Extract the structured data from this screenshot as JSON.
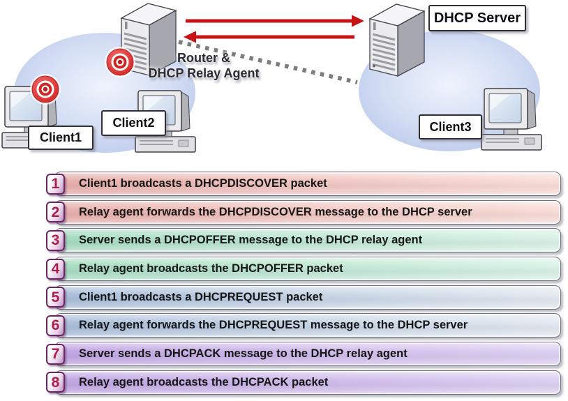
{
  "diagram": {
    "relay_label": {
      "line1": "Router &",
      "line2": "DHCP Relay Agent"
    },
    "server_label": "DHCP Server",
    "clients": {
      "client1": "Client1",
      "client2": "Client2",
      "client3": "Client3"
    }
  },
  "colors": {
    "arrow": "#c81414",
    "dotted_line": "#7d7d7d",
    "network_fill": "#c7d5f0",
    "phase_discover": "#e7aeab",
    "phase_offer": "#a6dcc0",
    "phase_request": "#a9bed9",
    "phase_ack": "#c1a6e3",
    "step_number": "#ad1c4d",
    "badge_border": "#6d2363"
  },
  "steps": [
    {
      "num": "1",
      "text": "Client1 broadcasts a DHCPDISCOVER packet",
      "phase": "discover"
    },
    {
      "num": "2",
      "text": "Relay agent forwards the DHCPDISCOVER message to the DHCP server",
      "phase": "discover"
    },
    {
      "num": "3",
      "text": "Server sends a DHCPOFFER message to the DHCP relay agent",
      "phase": "offer"
    },
    {
      "num": "4",
      "text": "Relay agent broadcasts the DHCPOFFER packet",
      "phase": "offer"
    },
    {
      "num": "5",
      "text": "Client1 broadcasts a DHCPREQUEST packet",
      "phase": "request"
    },
    {
      "num": "6",
      "text": "Relay agent forwards the DHCPREQUEST message to the DHCP server",
      "phase": "request"
    },
    {
      "num": "7",
      "text": "Server sends a DHCPACK message to the DHCP relay agent",
      "phase": "ack"
    },
    {
      "num": "8",
      "text": "Relay agent broadcasts the DHCPACK packet",
      "phase": "ack"
    }
  ]
}
